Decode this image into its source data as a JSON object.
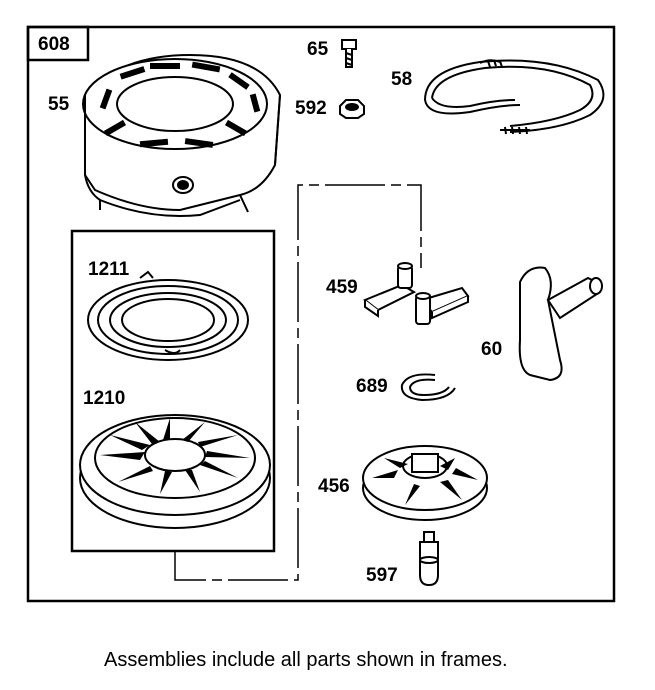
{
  "frame_number": "608",
  "parts": {
    "blower_housing": "55",
    "screw": "65",
    "nut": "592",
    "rope": "58",
    "spring": "1211",
    "pulley": "1210",
    "pawl": "459",
    "handle": "60",
    "retainer": "689",
    "cup": "456",
    "pin": "597"
  },
  "note": "Assemblies include all parts shown in frames."
}
